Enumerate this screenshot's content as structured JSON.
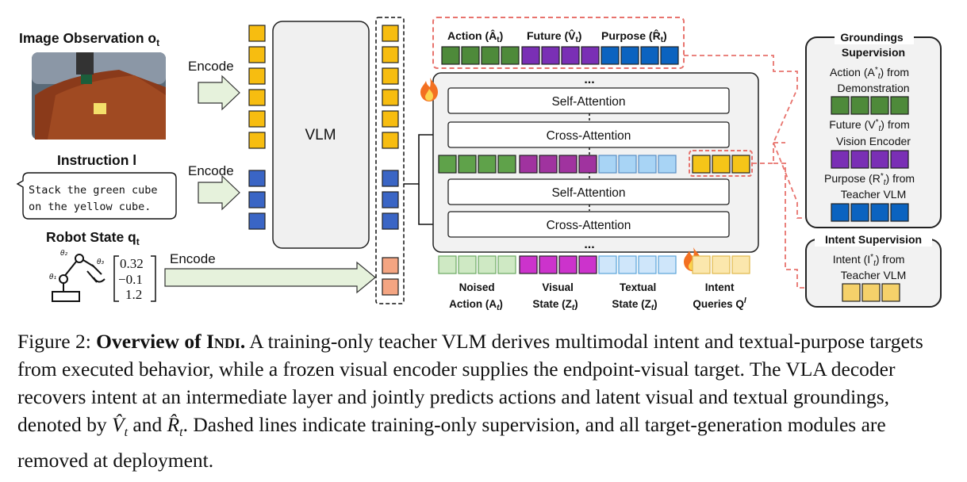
{
  "left": {
    "image_title": "Image Observation o",
    "image_title_sub": "t",
    "instruction_title": "Instruction l",
    "instruction_text_line1": "Stack the green cube",
    "instruction_text_line2": "on the yellow cube.",
    "robot_title": "Robot State q",
    "robot_title_sub": "t",
    "state_values": [
      "0.32",
      "−0.1",
      "1.2"
    ],
    "encode_label": "Encode",
    "vlm_label": "VLM"
  },
  "outputs": {
    "action_label": "Action (Â",
    "future_label": "Future (V̂",
    "purpose_label": "Purpose (R̂",
    "sub_t": "t"
  },
  "decoder": {
    "ellipsis": "...",
    "self_attention": "Self-Attention",
    "cross_attention": "Cross-Attention"
  },
  "inputs": {
    "noised_action_line1": "Noised",
    "noised_action_line2": "Action (A",
    "visual_state_line1": "Visual",
    "visual_state_line2": "State (Z",
    "textual_state_line1": "Textual",
    "textual_state_line2": "State (Z",
    "intent_queries_line1": "Intent",
    "intent_queries_line2": "Queries Q"
  },
  "supervision": {
    "groundings_title_line1": "Groundings",
    "groundings_title_line2": "Supervision",
    "action_from_line1": "Action (A",
    "action_from_line1_end": ") from",
    "action_from_line2": "Demonstration",
    "future_from_line1": "Future (V",
    "future_from_line1_end": ") from",
    "future_from_line2": "Vision Encoder",
    "purpose_from_line1": "Purpose (R",
    "purpose_from_line1_end": ") from",
    "purpose_from_line2": "Teacher VLM",
    "intent_title": "Intent Supervision",
    "intent_from_line1": "Intent (I",
    "intent_from_line1_end": ") from",
    "intent_from_line2": "Teacher VLM"
  },
  "caption": {
    "label": "Figure 2: ",
    "bold": "Overview of ",
    "name": "Indi.",
    "text1": " A training-only teacher VLM derives multimodal intent and textual-purpose targets from executed behavior, while a frozen visual encoder supplies the endpoint-visual target. The VLA decoder recovers intent at an intermediate layer and jointly predicts actions and latent visual and textual groundings, denoted by ",
    "v_hat": "V̂",
    "and": " and ",
    "r_hat": "R̂",
    "text2": ". Dashed lines indicate training-only supervision, and all target-generation modules are removed at deployment.",
    "sub_t": "t"
  },
  "colors": {
    "image_orange": "#f7bd10",
    "text_blue": "#3a65c5",
    "state_orange": "#f4a582",
    "action_green": "#4e8a3a",
    "future_purple": "#7a2fb5",
    "purpose_blue": "#0b63c0",
    "intent_yellow": "#f5d16a",
    "noised_green": "#cfe9c4",
    "visual_magenta": "#cc33cc",
    "textual_lightblue": "#a8d4f5",
    "dashed_red": "#e8736d",
    "arrow_fill": "#e6f2dc"
  }
}
